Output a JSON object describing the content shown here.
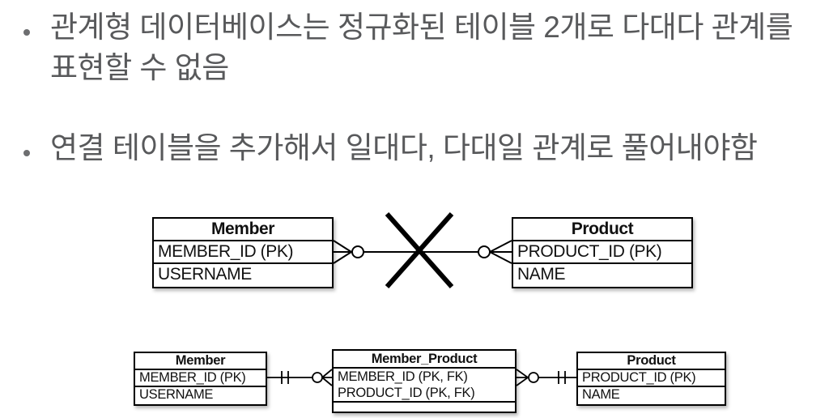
{
  "slide": {
    "background_color": "#ffffff",
    "bullet_text_color": "#58595b",
    "diagram_line_color": "#000000"
  },
  "bullets": [
    {
      "lines": [
        "관계형 데이터베이스는 정규화된 테이블 2개로 다대다 관계를",
        "표현할 수 없음"
      ]
    },
    {
      "lines": [
        "연결 테이블을 추가해서 일대다, 다대일 관계로 풀어내야함"
      ]
    }
  ],
  "diagram_many_to_many": {
    "tables": [
      {
        "title": "Member",
        "rows": [
          "MEMBER_ID (PK)",
          "USERNAME"
        ]
      },
      {
        "title": "Product",
        "rows": [
          "PRODUCT_ID (PK)",
          "NAME"
        ]
      }
    ],
    "relationship": {
      "member_end": "zero-or-many",
      "product_end": "zero-or-many",
      "crossed_out": true
    }
  },
  "diagram_junction": {
    "tables": [
      {
        "title": "Member",
        "rows": [
          "MEMBER_ID (PK)",
          "USERNAME"
        ]
      },
      {
        "title": "Member_Product",
        "rows": [
          "MEMBER_ID (PK, FK)",
          "PRODUCT_ID (PK, FK)"
        ],
        "has_empty_row": true
      },
      {
        "title": "Product",
        "rows": [
          "PRODUCT_ID (PK)",
          "NAME"
        ]
      }
    ],
    "relationships": [
      {
        "from": "Member",
        "to": "Member_Product",
        "from_end": "exactly-one",
        "to_end": "zero-or-many"
      },
      {
        "from": "Member_Product",
        "to": "Product",
        "from_end": "zero-or-many",
        "to_end": "exactly-one"
      }
    ]
  }
}
